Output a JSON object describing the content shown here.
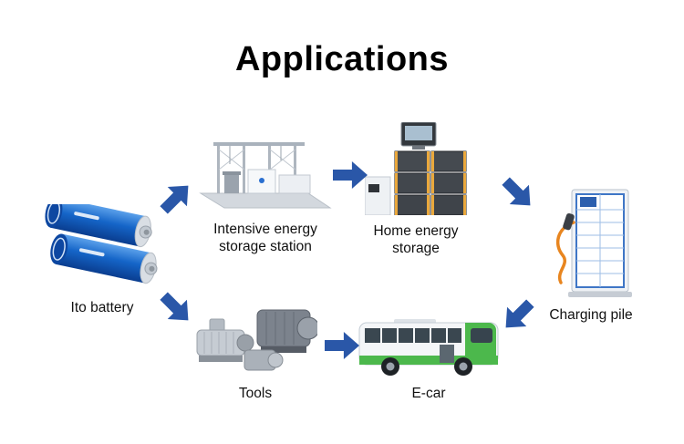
{
  "title": "Applications",
  "colors": {
    "background": "#ffffff",
    "title_text": "#000000",
    "label_text": "#111111",
    "arrow_blue": "#2a57a8",
    "battery_blue": "#1565c8",
    "storage_yellow": "#eaa83c",
    "cable_orange": "#e8851f",
    "bus_green": "#4cb84c"
  },
  "nodes": [
    {
      "id": "ito-battery",
      "label": "Ito battery"
    },
    {
      "id": "intensive-energy-storage-station",
      "label": "Intensive energy storage station"
    },
    {
      "id": "home-energy-storage",
      "label": "Home energy storage"
    },
    {
      "id": "charging-pile",
      "label": "Charging pile"
    },
    {
      "id": "tools",
      "label": "Tools"
    },
    {
      "id": "e-car",
      "label": "E-car"
    }
  ],
  "connections": [
    {
      "from": "ito-battery",
      "to": "intensive-energy-storage-station",
      "direction": "up-right"
    },
    {
      "from": "intensive-energy-storage-station",
      "to": "home-energy-storage",
      "direction": "right"
    },
    {
      "from": "home-energy-storage",
      "to": "charging-pile",
      "direction": "down-right"
    },
    {
      "from": "charging-pile",
      "to": "e-car",
      "direction": "down-left"
    },
    {
      "from": "ito-battery",
      "to": "tools",
      "direction": "down-right"
    },
    {
      "from": "tools",
      "to": "e-car",
      "direction": "right"
    }
  ]
}
